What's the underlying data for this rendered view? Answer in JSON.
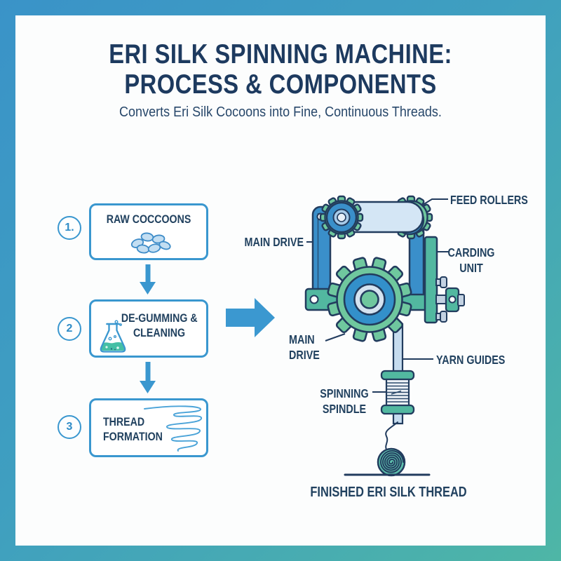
{
  "header": {
    "title_line1": "ERI SILK SPINNING MACHINE:",
    "title_line2": "PROCESS & COMPONENTS",
    "subtitle": "Converts Eri Silk Cocoons into Fine, Continuous Threads."
  },
  "process": {
    "step1": {
      "number": "1.",
      "label": "RAW COCCOONS",
      "icon": "cocoons-icon"
    },
    "step2": {
      "number": "2",
      "label_line1": "DE-GUMMING &",
      "label_line2": "CLEANING",
      "icon": "flask-icon"
    },
    "step3": {
      "number": "3",
      "label_line1": "THREAD",
      "label_line2": "FORMATION",
      "icon": "thread-scribble-icon"
    }
  },
  "machine": {
    "labels": {
      "feed_rollers": "FEED ROLLERS",
      "main_drive_upper": "MAIN DRIVE",
      "carding_line1": "CARDING",
      "carding_line2": "UNIT",
      "main_drive_lower_line1": "MAIN",
      "main_drive_lower_line2": "DRIVE",
      "yarn_guides": "YARN GUIDES",
      "spindle_line1": "SPINNING",
      "spindle_line2": "SPINDLE",
      "finished": "FINISHED ERI SILK THREAD"
    }
  },
  "colors": {
    "frame_gradient_start": "#3a93c8",
    "frame_gradient_end": "#4eb6a6",
    "accent_blue": "#3a97cf",
    "heading_navy": "#1d3a5f",
    "outline_navy": "#223c5e",
    "gear_green": "#6fc79e",
    "machine_blue": "#3a8fca",
    "machine_teal": "#52b8a0",
    "roller_light_blue": "#d4e6f5"
  }
}
